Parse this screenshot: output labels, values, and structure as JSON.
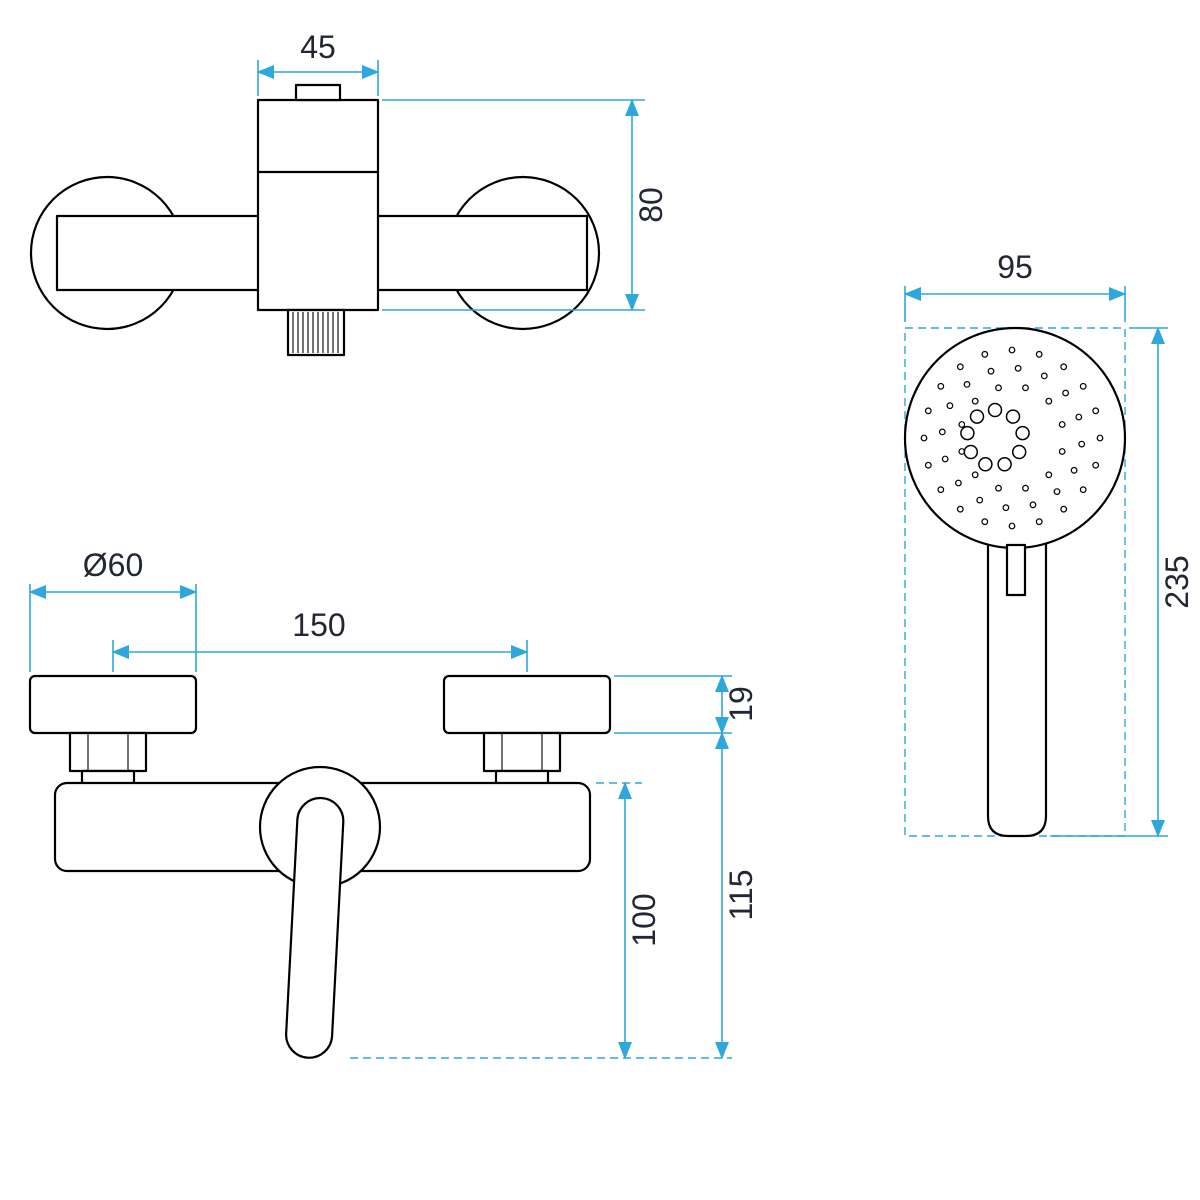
{
  "colors": {
    "dimension_line": "#2ea7dd",
    "outline_ink": "#000000",
    "dimension_text": "#232733",
    "background": "#ffffff"
  },
  "dimensions": {
    "mixer_top_view": {
      "width": "45",
      "height": "80"
    },
    "mixer_front_view": {
      "flange_diameter": "Ø60",
      "center_spacing": "150",
      "flange_thickness": "19",
      "total_height": "115",
      "handle_length": "100"
    },
    "hand_shower_view": {
      "head_diameter": "95",
      "total_length": "235"
    }
  }
}
